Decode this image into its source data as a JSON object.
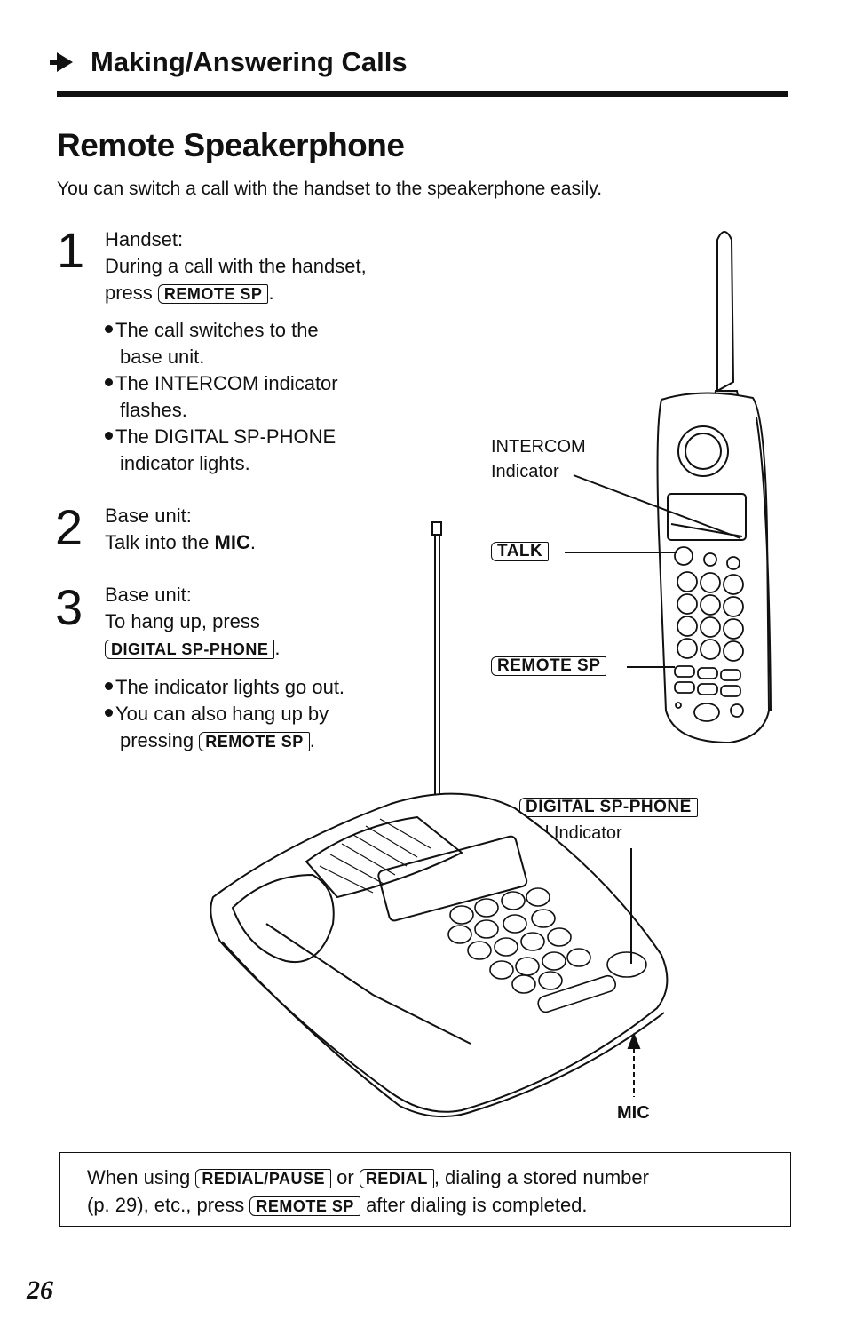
{
  "header": {
    "section": "Making/Answering Calls"
  },
  "title": "Remote Speakerphone",
  "intro": "You can switch a call with the handset to the speakerphone easily.",
  "steps": [
    {
      "number": "1",
      "heading": "Handset:",
      "line1": "During a call with the handset,",
      "line2_pre": "press",
      "key": "REMOTE SP",
      "line2_post": ".",
      "bullets": [
        [
          "The call switches to the",
          "base unit."
        ],
        [
          "The INTERCOM indicator",
          "flashes."
        ],
        [
          "The DIGITAL SP-PHONE",
          "indicator lights."
        ]
      ]
    },
    {
      "number": "2",
      "heading": "Base unit:",
      "line1_pre": "Talk into the",
      "line1_bold": "MIC",
      "line1_post": "."
    },
    {
      "number": "3",
      "heading": "Base unit:",
      "line1": "To hang up, press",
      "key": "DIGITAL SP-PHONE",
      "key_post": ".",
      "bullets": [
        [
          "The indicator lights go out."
        ],
        [
          "You can also hang up by"
        ]
      ],
      "last_pre": "pressing",
      "last_key": "REMOTE SP",
      "last_post": "."
    }
  ],
  "diagram": {
    "intercom_label": "INTERCOM",
    "intercom_sub": "Indicator",
    "talk_key": "TALK",
    "remote_key": "REMOTE SP",
    "digital_key": "DIGITAL SP-PHONE",
    "digital_sub": "and Indicator",
    "mic_label": "MIC"
  },
  "note": {
    "p1": "When using",
    "k1": "REDIAL/PAUSE",
    "p2": "or",
    "k2": "REDIAL",
    "p3": ", dialing a stored number",
    "p4": "(p. 29), etc., press",
    "k3": "REMOTE SP",
    "p5": "after dialing is completed."
  },
  "page_number": "26"
}
